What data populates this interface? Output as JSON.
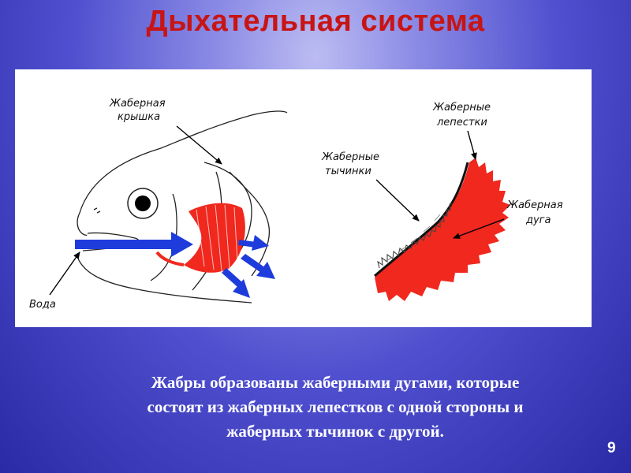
{
  "slide": {
    "title": "Дыхательная система",
    "page_number": "9"
  },
  "diagram": {
    "labels": {
      "operculum_line1": "Жаберная",
      "operculum_line2": "крышка",
      "filaments_line1": "Жаберные",
      "filaments_line2": "лепестки",
      "rakers_line1": "Жаберные",
      "rakers_line2": "тычинки",
      "arch_line1": "Жаберная",
      "arch_line2": "дуга",
      "water": "Вода"
    },
    "colors": {
      "gill": "#f0281e",
      "water_arrow": "#1e3cdc",
      "title": "#c81414"
    }
  },
  "caption": {
    "line1": "Жабры образованы жаберными дугами, которые",
    "line2": "состоят из жаберных лепестков с одной стороны и",
    "line3": "жаберных тычинок с другой."
  }
}
